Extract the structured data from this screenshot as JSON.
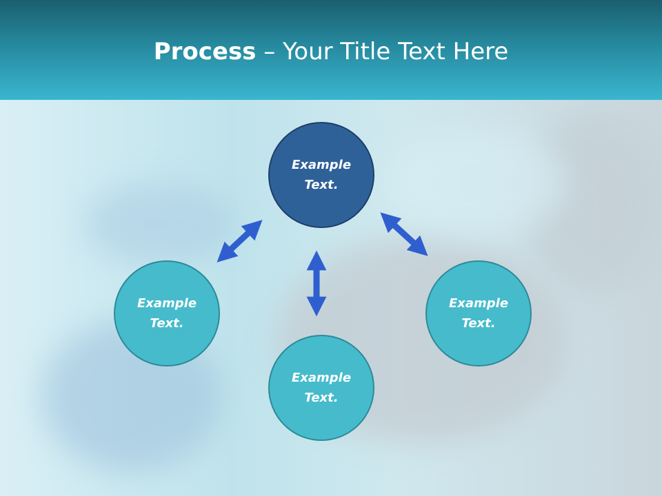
{
  "slide": {
    "title_bold": "Process",
    "title_rest": " – Your Title Text Here"
  },
  "diagram": {
    "nodes": {
      "top": "Example\nText.",
      "left": "Example\nText.",
      "right": "Example\nText.",
      "bottom": "Example\nText."
    },
    "colors": {
      "header": "#2a8fa5",
      "node_primary": "#2f6199",
      "node_secondary": "#46bbcc",
      "arrow": "#2f5fcf"
    }
  }
}
